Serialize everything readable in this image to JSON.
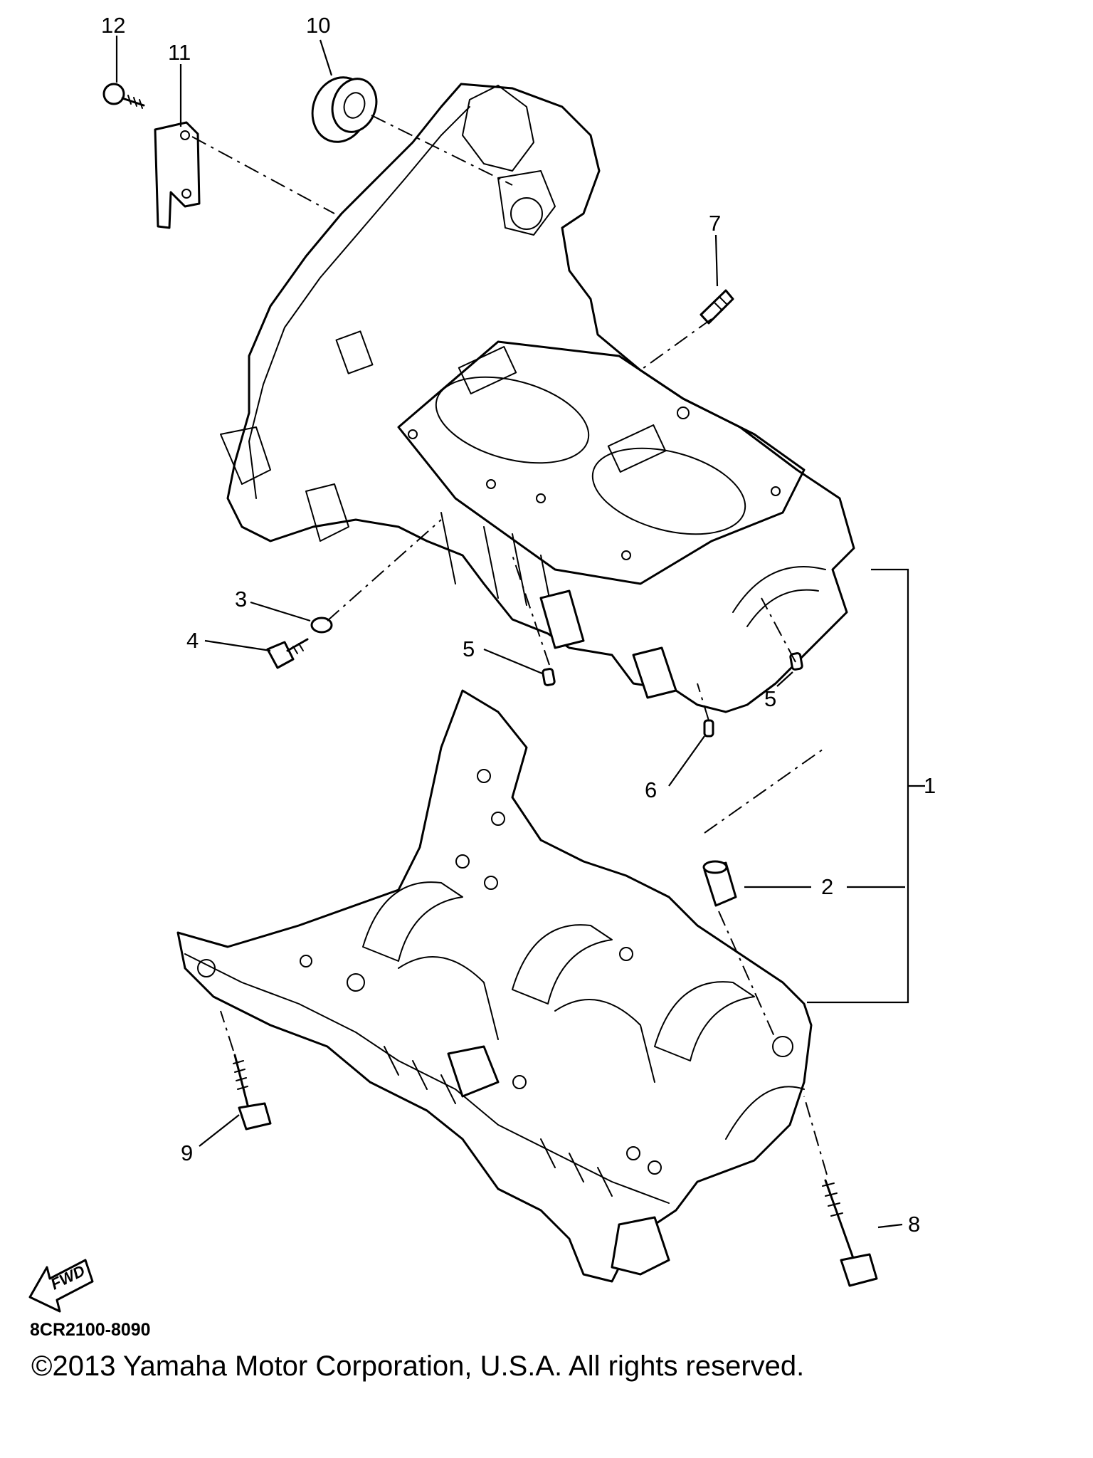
{
  "callouts": {
    "c1": "1",
    "c2": "2",
    "c3": "3",
    "c4": "4",
    "c5a": "5",
    "c5b": "5",
    "c6": "6",
    "c7": "7",
    "c8": "8",
    "c9": "9",
    "c10": "10",
    "c11": "11",
    "c12": "12"
  },
  "fwd_arrow": {
    "label": "FWD"
  },
  "diagram_code": "8CR2100-8090",
  "copyright": "©2013 Yamaha Motor Corporation, U.S.A. All rights reserved."
}
